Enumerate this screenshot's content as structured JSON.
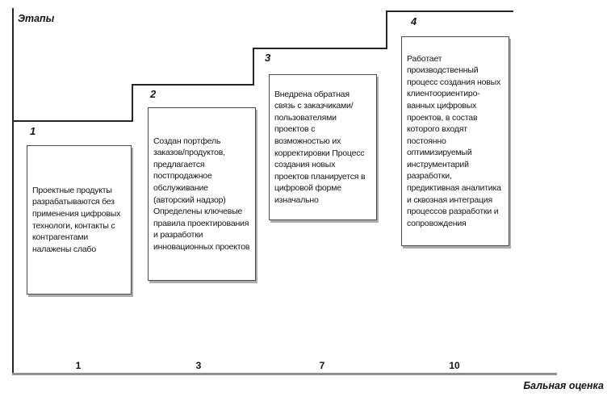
{
  "labels": {
    "y_axis": "Этапы",
    "x_axis": "Бальная оценка"
  },
  "stages": [
    {
      "number": "1",
      "score": "1",
      "text": "Проектные продукты разрабатываются без применения цифровых технологи, контакты с контрагентами налажены слабо"
    },
    {
      "number": "2",
      "score": "3",
      "text": "Создан портфель заказов/продуктов, предлагается постпродажное обслуживание (авторский надзор) Определены ключевые правила проектирования и разработки инновационных проектов"
    },
    {
      "number": "3",
      "score": "7",
      "text": "Внедрена обратная связь с заказчиками/ пользователями проектов с возможностью их корректировки Процесс создания новых проектов планируется в цифровой форме изначально"
    },
    {
      "number": "4",
      "score": "10",
      "text": "Работает производственный процесс создания новых клиентоориентиро- ванных цифровых проектов, в состав которого входят постоянно оптимизируемый инструментарий разработки, предиктивная аналитика и сквозная интеграция процессов разработки и сопровождения"
    }
  ],
  "colors": {
    "line": "#262626",
    "axis_gray": "#909090",
    "box_border": "#4a4a4a",
    "box_shadow": "#ababab",
    "text": "#141414",
    "background": "#ffffff"
  }
}
